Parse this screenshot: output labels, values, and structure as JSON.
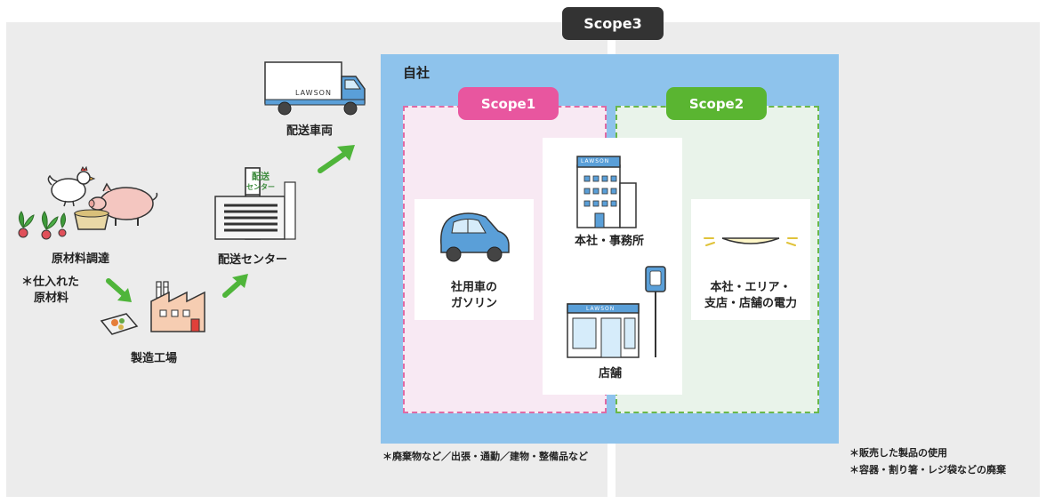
{
  "scope3": {
    "label": "Scope3"
  },
  "own_company": {
    "label": "自社"
  },
  "scope1": {
    "label": "Scope1"
  },
  "scope2": {
    "label": "Scope2"
  },
  "supply_chain": {
    "raw_materials": {
      "title": "原材料調達",
      "note_line1": "＊仕入れた",
      "note_line2": "原材料"
    },
    "factory": {
      "title": "製造工場"
    },
    "distribution_center": {
      "title": "配送センター",
      "sign_line1": "配送",
      "sign_line2": "センター"
    },
    "truck": {
      "title": "配送車両",
      "logo": "LAWSON"
    }
  },
  "scope1_items": [
    {
      "title_line1": "社用車の",
      "title_line2": "ガソリン"
    }
  ],
  "center_items": [
    {
      "title": "本社・事務所",
      "logo": "LAWSON"
    },
    {
      "title": "店舗",
      "logo": "LAWSON"
    }
  ],
  "scope2_items": [
    {
      "title_line1": "本社・エリア・",
      "title_line2": "支店・店舗の電力"
    }
  ],
  "notes": {
    "bottom_center": "＊廃棄物など／出張・通勤／建物・整備品など",
    "right_line1": "＊販売した製品の使用",
    "right_line2": "＊容器・割り箸・レジ袋などの廃棄"
  },
  "colors": {
    "scope1_accent": "#e8569f",
    "scope2_accent": "#5ab531",
    "scope3_accent": "#333333",
    "own_company_bg": "#8ec3ec",
    "arrow": "#4fb53a"
  },
  "icons": [
    "chicken-icon",
    "pig-icon",
    "vegetable-icon",
    "feed-box-icon",
    "food-tray-icon",
    "factory-icon",
    "warehouse-icon",
    "truck-icon",
    "car-icon",
    "office-building-icon",
    "store-icon",
    "ceiling-light-icon",
    "arrow-icon"
  ]
}
